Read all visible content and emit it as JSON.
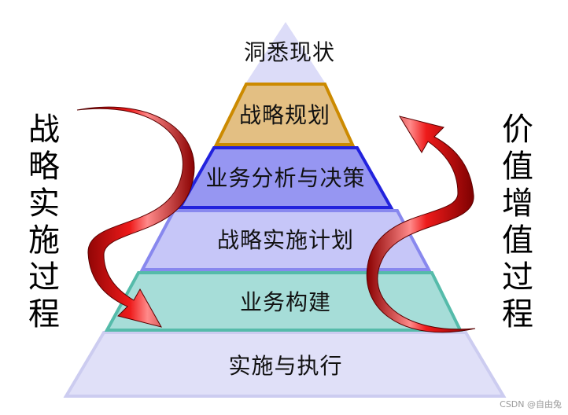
{
  "diagram": {
    "tiers": [
      {
        "label": "洞悉现状",
        "fill": "#dcdcf8",
        "stroke": "#dcdcf8"
      },
      {
        "label": "战略规划",
        "fill": "#e3bf83",
        "stroke": "#cc8a00"
      },
      {
        "label": "业务分析与决策",
        "fill": "#9696f2",
        "stroke": "#2222dd"
      },
      {
        "label": "战略实施计划",
        "fill": "#c6c6f8",
        "stroke": "#8888ee"
      },
      {
        "label": "业务构建",
        "fill": "#a6ddd8",
        "stroke": "#55bbaa"
      },
      {
        "label": "实施与执行",
        "fill": "#e0e0f8",
        "stroke": "#ccccf0"
      }
    ],
    "left_label": "战略实施过程",
    "right_label": "价值增值过程",
    "arrow_color": "#cc0000"
  },
  "watermark": "CSDN @自由兔"
}
